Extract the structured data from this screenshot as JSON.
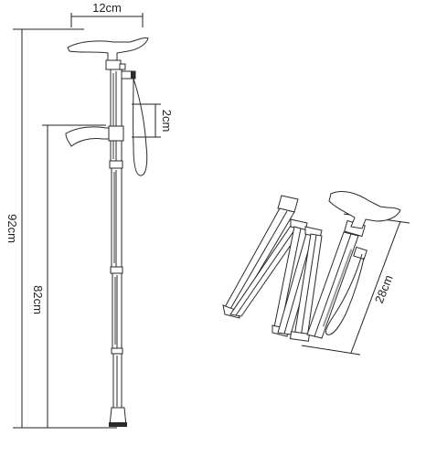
{
  "dimensions": {
    "handle_width": "12cm",
    "handle_gap": "2cm",
    "max_height": "92cm",
    "min_height": "82cm",
    "folded_length": "28cm"
  }
}
